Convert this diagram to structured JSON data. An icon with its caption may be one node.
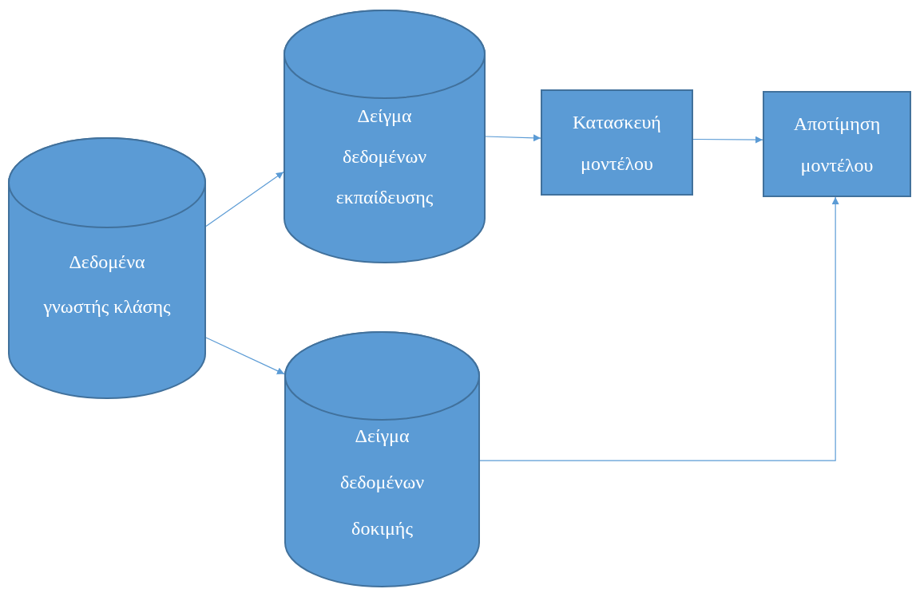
{
  "diagram": {
    "nodes": [
      {
        "text": [
          "Δεδομένα γνωστής κλάσης"
        ]
      },
      {
        "text": [
          "Δείγμα δεδομένων εκπαίδευσης"
        ]
      },
      {
        "text": [
          "Κατασκευή μοντέλου"
        ]
      },
      {
        "text": [
          "Αποτίμηση μοντέλου"
        ]
      },
      {
        "text": [
          "Δείγμα δεδομένων δοκιμής"
        ]
      }
    ],
    "edges": [
      {
        "from": 0,
        "to": 1,
        "arrow": "to"
      },
      {
        "from": 0,
        "to": 4,
        "arrow": "to"
      },
      {
        "from": 1,
        "to": 2,
        "arrow": "to"
      },
      {
        "from": 2,
        "to": 3,
        "arrow": "to"
      },
      {
        "from": 4,
        "to": 3,
        "arrow": "to"
      }
    ]
  }
}
